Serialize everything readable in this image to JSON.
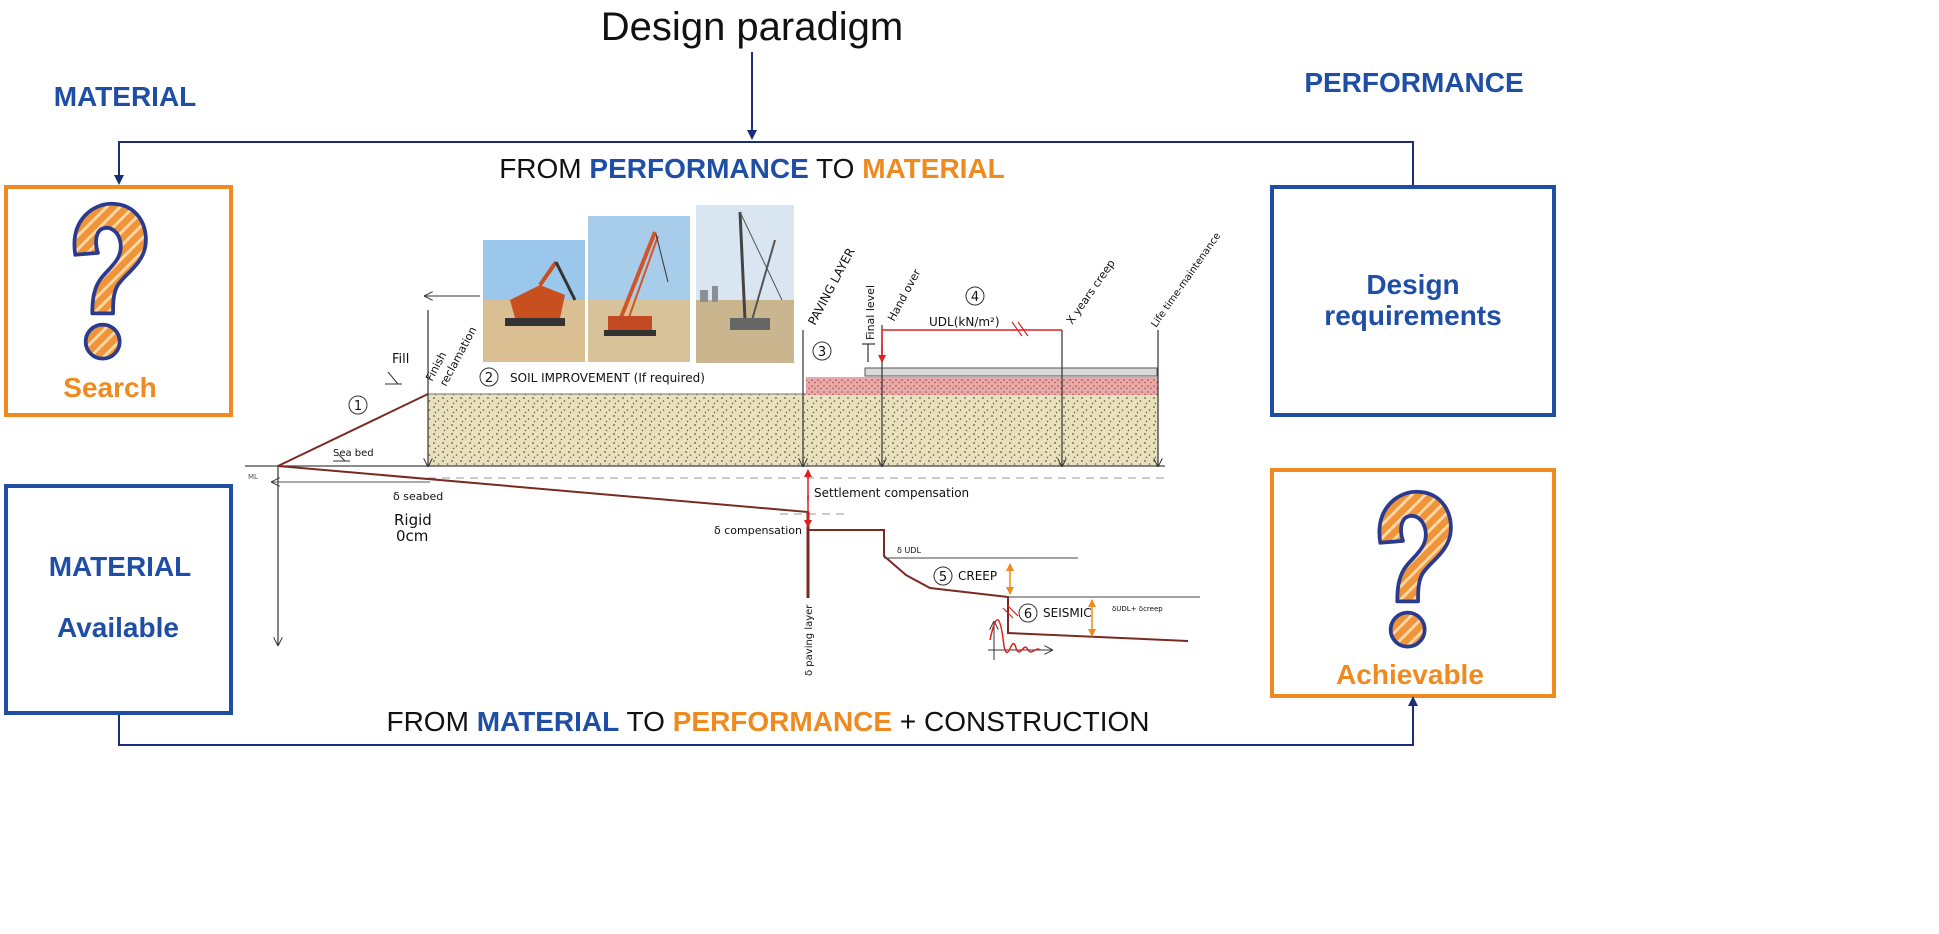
{
  "colors": {
    "blue": "#1f4fa5",
    "orange": "#ee8a1f",
    "navy": "#1c2d7a",
    "fill_soil": "#e8dfb8",
    "paving": "#e6a6a6",
    "brown": "#7a2a22",
    "red": "#e02020"
  },
  "header": {
    "title": "Design paradigm",
    "material_label": "MATERIAL",
    "performance_label": "PERFORMANCE"
  },
  "top_flow": {
    "from": "FROM",
    "performance": "PERFORMANCE",
    "to": "TO",
    "material": "MATERIAL"
  },
  "bottom_flow": {
    "from": "FROM",
    "material": "MATERIAL",
    "to": "TO",
    "performance": "PERFORMANCE",
    "plus": "+ CONSTRUCTION"
  },
  "boxes": {
    "search": {
      "icon": "question-mark-icon",
      "label": "Search"
    },
    "design_requirements": {
      "line1": "Design",
      "line2": "requirements"
    },
    "material_available": {
      "line1": "MATERIAL",
      "line2": "Available"
    },
    "achievable": {
      "icon": "question-mark-icon",
      "label": "Achievable"
    }
  },
  "diagram": {
    "fill": "Fill",
    "finish_reclamation": {
      "line1": "Finish",
      "line2": "reclamation"
    },
    "soil_improvement": "SOIL IMPROVEMENT (If required)",
    "paving_layer": "PAVING LAYER",
    "final_level": "Final level",
    "hand_over": "Hand over",
    "udl": "UDL(kN/m²)",
    "x_years_creep": "X years creep",
    "lifetime_maintenance": "Life time-maintenance",
    "sea_bed": "Sea bed",
    "ml": "ML",
    "delta_seabed": "δ seabed",
    "rigid": "Rigid",
    "zero_cm": "0cm",
    "settlement_compensation": "Settlement compensation",
    "delta_compensation": "δ compensation",
    "delta_udl": "δ UDL",
    "creep": "CREEP",
    "seismic": "SEISMIC",
    "delta_sum": "δUDL+ δcreep",
    "delta_paving_layer": "δ paving layer",
    "steps": [
      "1",
      "2",
      "3",
      "4",
      "5",
      "6"
    ],
    "photos": [
      "excavator-photo",
      "crawler-crane-photo",
      "piling-rig-photo"
    ]
  }
}
